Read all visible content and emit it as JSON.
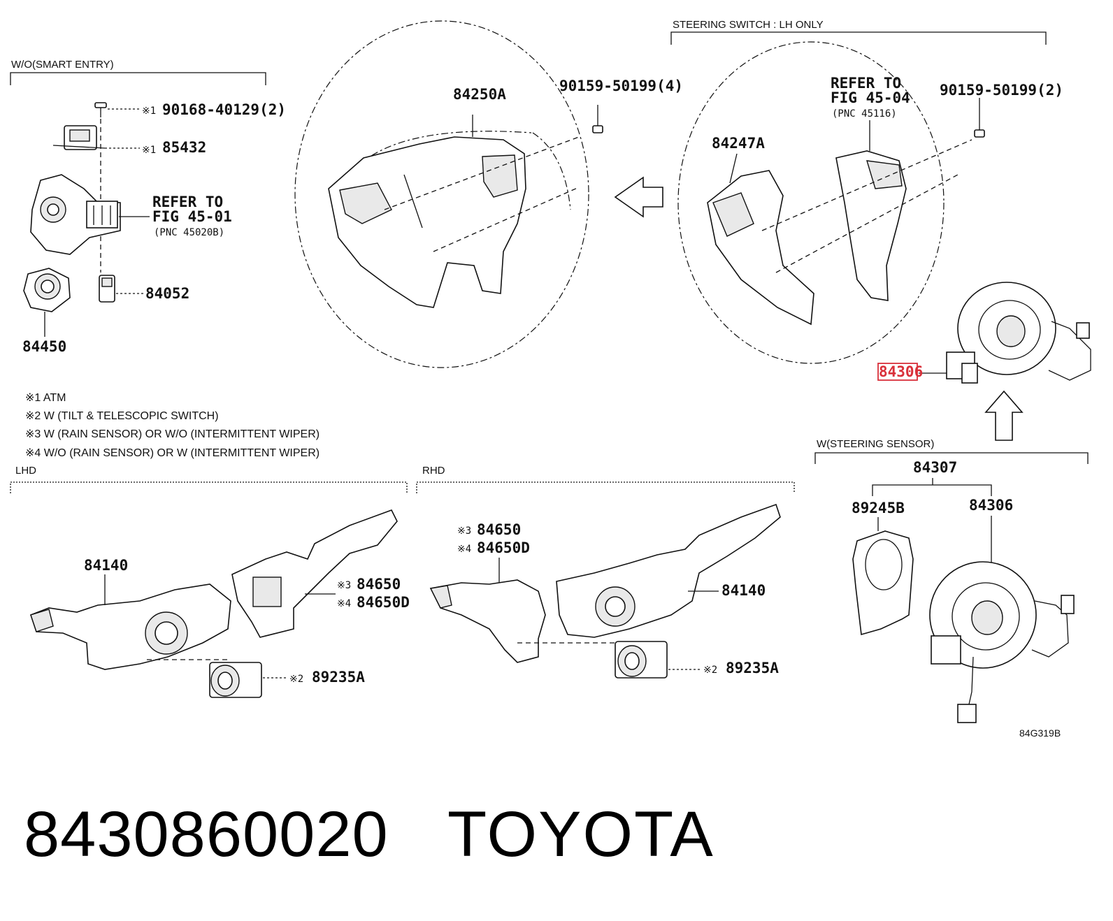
{
  "sections": {
    "wo_smart_entry": "W/O(SMART ENTRY)",
    "steering_switch": "STEERING SWITCH : LH ONLY",
    "lhd": "LHD",
    "rhd": "RHD",
    "w_steering_sensor": "W(STEERING SENSOR)"
  },
  "notes": [
    "※1  ATM",
    "※2  W (TILT & TELESCOPIC SWITCH)",
    "※3  W (RAIN SENSOR) OR W/O (INTERMITTENT WIPER)",
    "※4  W/O (RAIN SENSOR) OR W (INTERMITTENT WIPER)"
  ],
  "marks": {
    "m1": "※1",
    "m2": "※2",
    "m3": "※3",
    "m4": "※4"
  },
  "parts": {
    "p90168": "90168-40129(2)",
    "p85432": "85432",
    "p84052": "84052",
    "p84450": "84450",
    "p84250A": "84250A",
    "p90159_4": "90159-50199(4)",
    "p84247A": "84247A",
    "p90159_2": "90159-50199(2)",
    "p84306_highlight": "84306",
    "p84307": "84307",
    "p89245B": "89245B",
    "p84306": "84306",
    "p84140_lhd": "84140",
    "p84650_lhd": "84650",
    "p84650D_lhd": "84650D",
    "p89235A_lhd": "89235A",
    "p84650_rhd": "84650",
    "p84650D_rhd": "84650D",
    "p84140_rhd": "84140",
    "p89235A_rhd": "89235A"
  },
  "refs": {
    "ref1_line1": "REFER TO",
    "ref1_line2": "FIG 45-01",
    "ref1_line3": "(PNC 45020B)",
    "ref2_line1": "REFER TO",
    "ref2_line2": "FIG 45-04",
    "ref2_line3": "(PNC 45116)"
  },
  "figure_code": "84G319B",
  "footer": {
    "part_number": "8430860020",
    "brand": "TOYOTA"
  },
  "colors": {
    "ink": "#111111",
    "highlight": "#d9303a"
  }
}
